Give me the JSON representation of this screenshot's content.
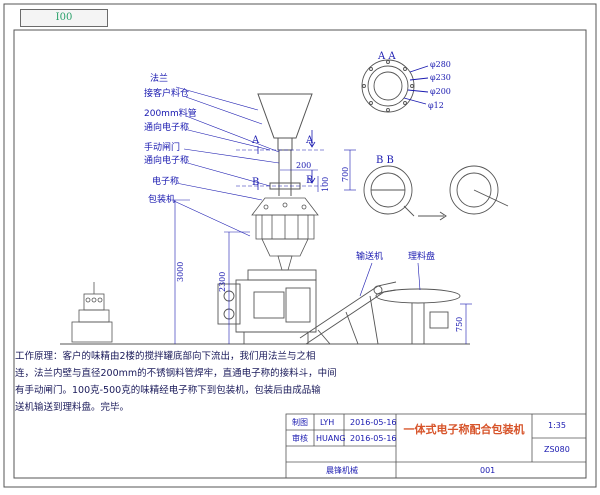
{
  "drawing_code": "I00",
  "labels": {
    "flange": "法兰",
    "client_mixer": "接客户料仓",
    "pipe_200": "200mm料管",
    "to_scale_1": "通向电子称",
    "manual_gate": "手动闸门",
    "to_scale_2": "通向电子称",
    "scale": "电子称",
    "packer": "包装机",
    "conveyor": "输送机",
    "tray": "理料盘"
  },
  "section_marks": {
    "a_top": "A",
    "a_bottom": "A",
    "b_left": "B",
    "b_right": "B",
    "aa_view": "A  A",
    "bb_view": "B  B"
  },
  "dimensions": {
    "d280": "φ280",
    "d230": "φ230",
    "d200": "φ200",
    "d12": "φ12",
    "w200": "200",
    "h100": "100",
    "h700": "700",
    "h3000": "3000",
    "h2300": "2300",
    "h750": "750"
  },
  "principle": {
    "line1": "工作原理：客户的味精由2楼的搅拌罐底部向下流出，我们用法兰与之相",
    "line2": "连，法兰内壁与直径200mm的不锈钢料管焊牢，直通电子称的接料斗，中间",
    "line3": "有手动闸门。100克-500克的味精经电子称下到包装机，包装后由成品输",
    "line4": "送机输送到理料盘。完毕。"
  },
  "title_block": {
    "row1_role": "制图",
    "row1_name": "LYH",
    "row1_date": "2016-05-16",
    "row2_role": "审核",
    "row2_name": "HUANG",
    "row2_date": "2016-05-16",
    "title": "一体式电子称配合包装机",
    "scale": "1:35",
    "drawing_no": "ZS080",
    "company": "晨锋机械",
    "sheet": "001"
  },
  "colors": {
    "ink": "#1a1ab0",
    "frame": "#555555",
    "title_accent": "#d7542a",
    "code_text": "#2aa06a"
  }
}
